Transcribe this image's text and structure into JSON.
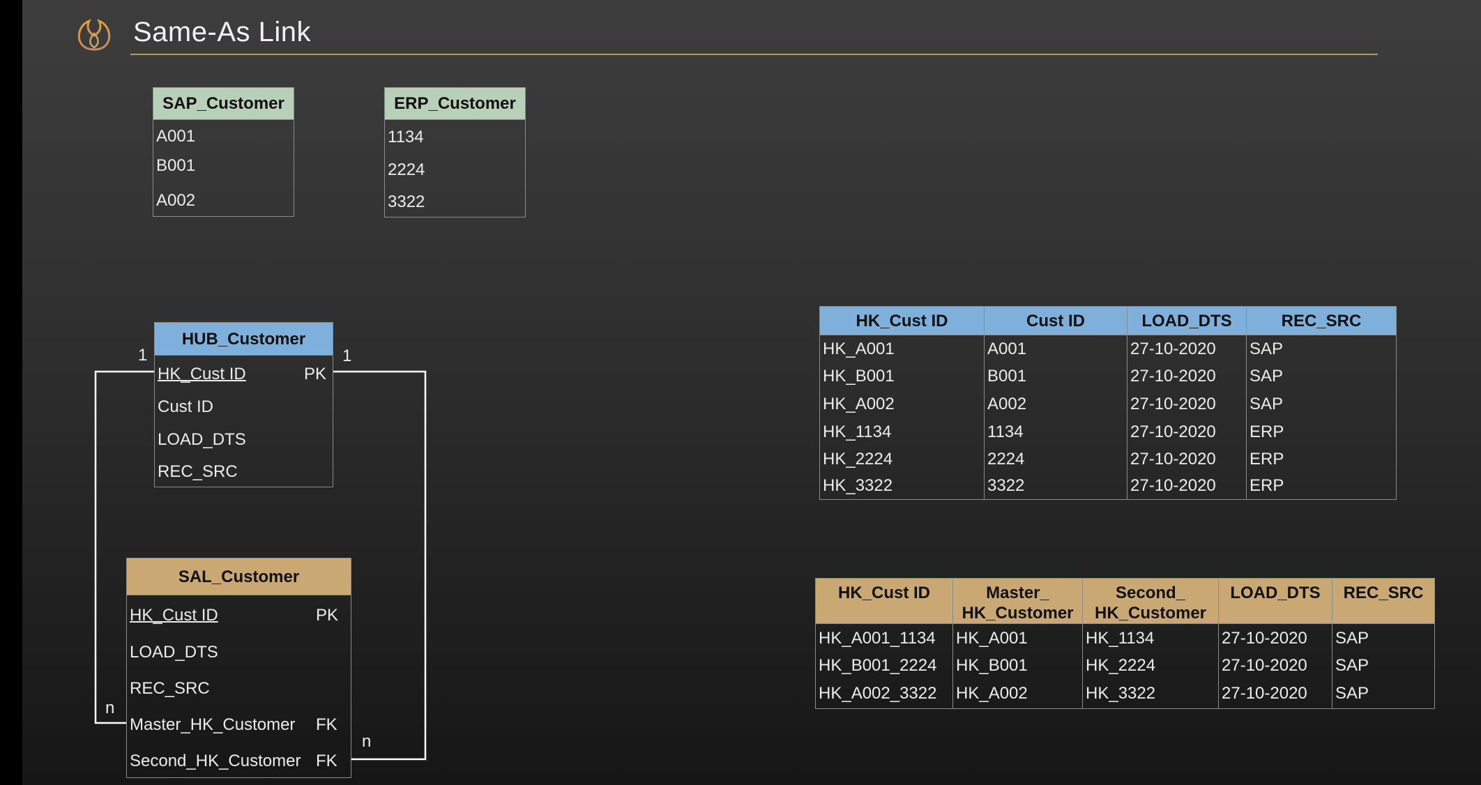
{
  "title": "Same-As Link",
  "colors": {
    "accent_line": "#b59e5a",
    "source_header": "#b8d0b8",
    "hub_header": "#7fb0dc",
    "sal_header": "#c9a874",
    "border": "#8c8c8c",
    "connector": "#ffffff"
  },
  "logo": {
    "icon": "flame-drop-logo-icon"
  },
  "sap_customer": {
    "title": "SAP_Customer",
    "rows": [
      "A001",
      "B001",
      "A002"
    ]
  },
  "erp_customer": {
    "title": "ERP_Customer",
    "rows": [
      "1134",
      "2224",
      "3322"
    ]
  },
  "hub_customer": {
    "title": "HUB_Customer",
    "fields": [
      {
        "name": "HK_Cust ID",
        "key": "PK"
      },
      {
        "name": "Cust ID",
        "key": ""
      },
      {
        "name": "LOAD_DTS",
        "key": ""
      },
      {
        "name": "REC_SRC",
        "key": ""
      }
    ]
  },
  "sal_customer": {
    "title": "SAL_Customer",
    "fields": [
      {
        "name": "HK_Cust ID",
        "key": "PK"
      },
      {
        "name": "LOAD_DTS",
        "key": ""
      },
      {
        "name": "REC_SRC",
        "key": ""
      },
      {
        "name": "Master_HK_Customer",
        "key": "FK"
      },
      {
        "name": "Second_HK_Customer",
        "key": "FK"
      }
    ]
  },
  "cardinality": {
    "hub_left": "1",
    "hub_right": "1",
    "sal_master": "n",
    "sal_second": "n"
  },
  "hub_table": {
    "headers": [
      "HK_Cust ID",
      "Cust ID",
      "LOAD_DTS",
      "REC_SRC"
    ],
    "rows": [
      [
        "HK_A001",
        "A001",
        "27-10-2020",
        "SAP"
      ],
      [
        "HK_B001",
        "B001",
        "27-10-2020",
        "SAP"
      ],
      [
        "HK_A002",
        "A002",
        "27-10-2020",
        "SAP"
      ],
      [
        "HK_1134",
        "1134",
        "27-10-2020",
        "ERP"
      ],
      [
        "HK_2224",
        "2224",
        "27-10-2020",
        "ERP"
      ],
      [
        "HK_3322",
        "3322",
        "27-10-2020",
        "ERP"
      ]
    ]
  },
  "sal_table": {
    "headers": [
      "HK_Cust ID",
      "Master_\nHK_Customer",
      "Second_\nHK_Customer",
      "LOAD_DTS",
      "REC_SRC"
    ],
    "rows": [
      [
        "HK_A001_1134",
        "HK_A001",
        "HK_1134",
        "27-10-2020",
        "SAP"
      ],
      [
        "HK_B001_2224",
        "HK_B001",
        "HK_2224",
        "27-10-2020",
        "SAP"
      ],
      [
        "HK_A002_3322",
        "HK_A002",
        "HK_3322",
        "27-10-2020",
        "SAP"
      ]
    ]
  }
}
